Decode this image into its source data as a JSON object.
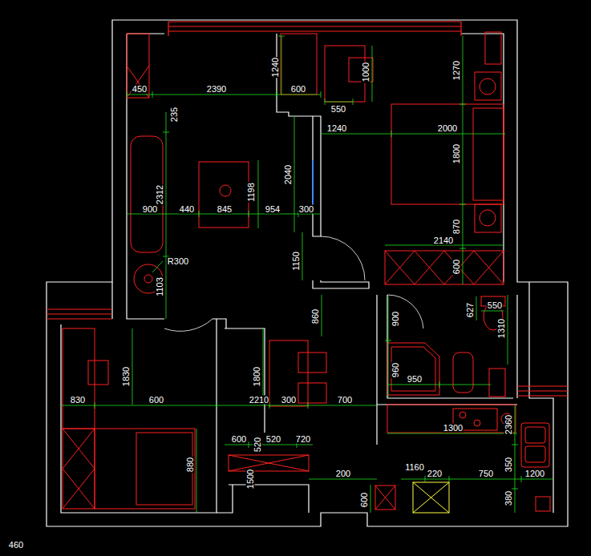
{
  "diagram": {
    "labels": [
      "450",
      "2390",
      "1240",
      "600",
      "1000",
      "550",
      "1270",
      "235",
      "1240",
      "2000",
      "1800",
      "2040",
      "1198",
      "2312",
      "900",
      "440",
      "845",
      "954",
      "300",
      "870",
      "2140",
      "600",
      "R300",
      "1150",
      "1103",
      "627",
      "550",
      "860",
      "900",
      "1310",
      "1830",
      "1800",
      "960",
      "950",
      "830",
      "600",
      "2210",
      "300",
      "700",
      "1300",
      "2360",
      "600",
      "520",
      "520",
      "720",
      "350",
      "880",
      "1500",
      "200",
      "1160",
      "220",
      "750",
      "1200",
      "600",
      "380",
      "460"
    ]
  }
}
